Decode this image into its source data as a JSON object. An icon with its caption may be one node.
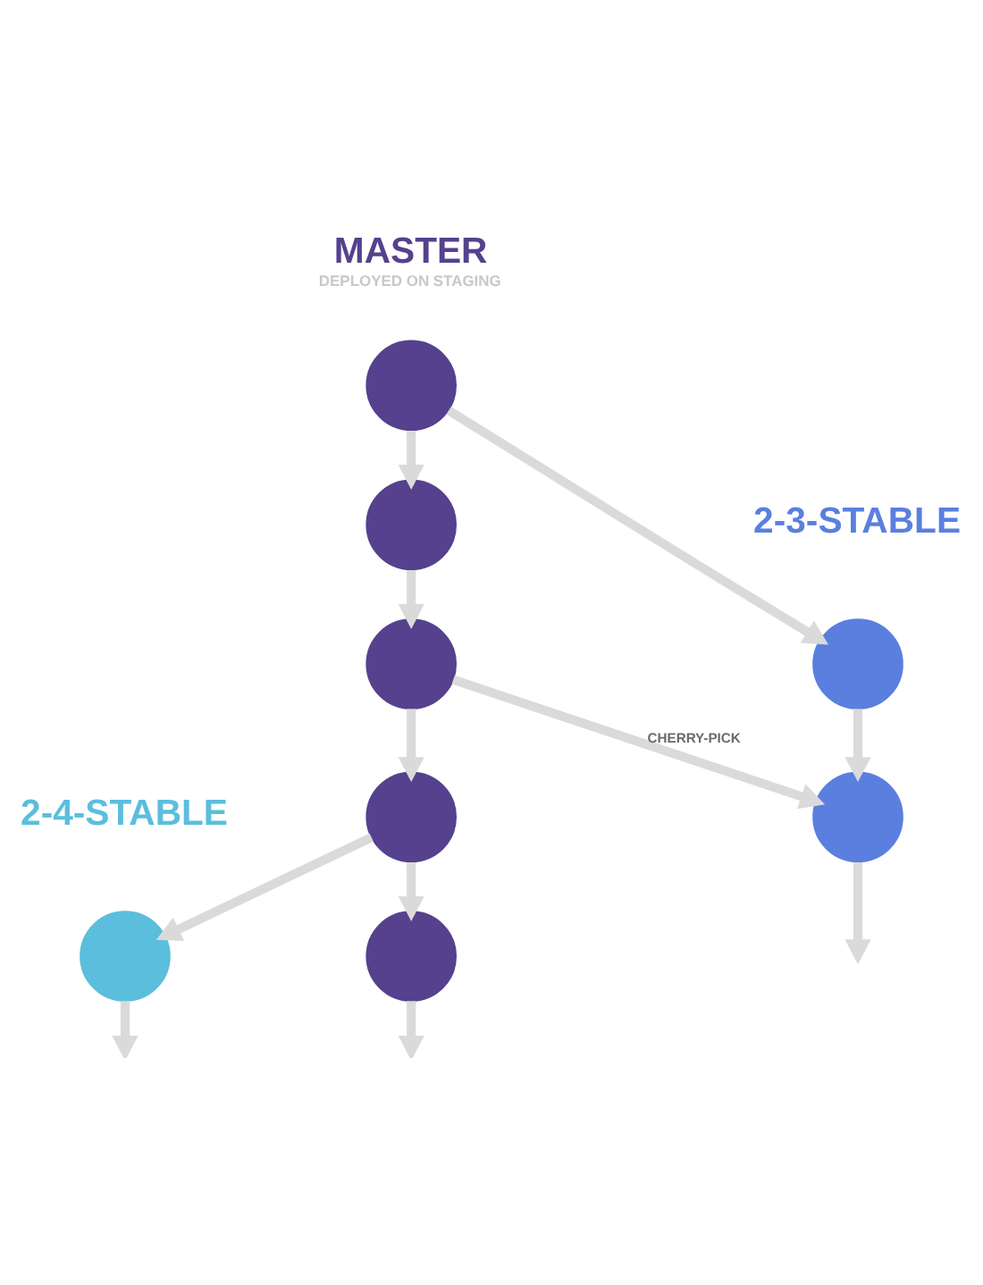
{
  "diagram": {
    "nodes": [
      {
        "text": [],
        "shape": "circle",
        "beside": [
          "MASTER",
          "DEPLOYED ON STAGING"
        ]
      },
      {
        "text": [],
        "shape": "circle"
      },
      {
        "text": [],
        "shape": "circle"
      },
      {
        "text": [],
        "shape": "circle"
      },
      {
        "text": [],
        "shape": "circle"
      },
      {
        "text": [],
        "shape": "circle",
        "beside": [
          "2-3-STABLE"
        ]
      },
      {
        "text": [],
        "shape": "circle"
      },
      {
        "text": [],
        "shape": "circle",
        "beside": [
          "2-4-STABLE"
        ]
      }
    ],
    "edges": [
      {
        "from": 0,
        "to": 1,
        "arrow": "to"
      },
      {
        "from": 1,
        "to": 2,
        "arrow": "to"
      },
      {
        "from": 2,
        "to": 3,
        "arrow": "to"
      },
      {
        "from": 3,
        "to": 4,
        "arrow": "to"
      },
      {
        "from": 4,
        "to": null,
        "arrow": "to"
      },
      {
        "from": 0,
        "to": 5,
        "arrow": "to"
      },
      {
        "from": 5,
        "to": 6,
        "arrow": "to"
      },
      {
        "from": 2,
        "to": 6,
        "arrow": "to",
        "label": "CHERRY-PICK"
      },
      {
        "from": 6,
        "to": null,
        "arrow": "to"
      },
      {
        "from": 3,
        "to": 7,
        "arrow": "to"
      },
      {
        "from": 7,
        "to": null,
        "arrow": "to"
      }
    ]
  }
}
